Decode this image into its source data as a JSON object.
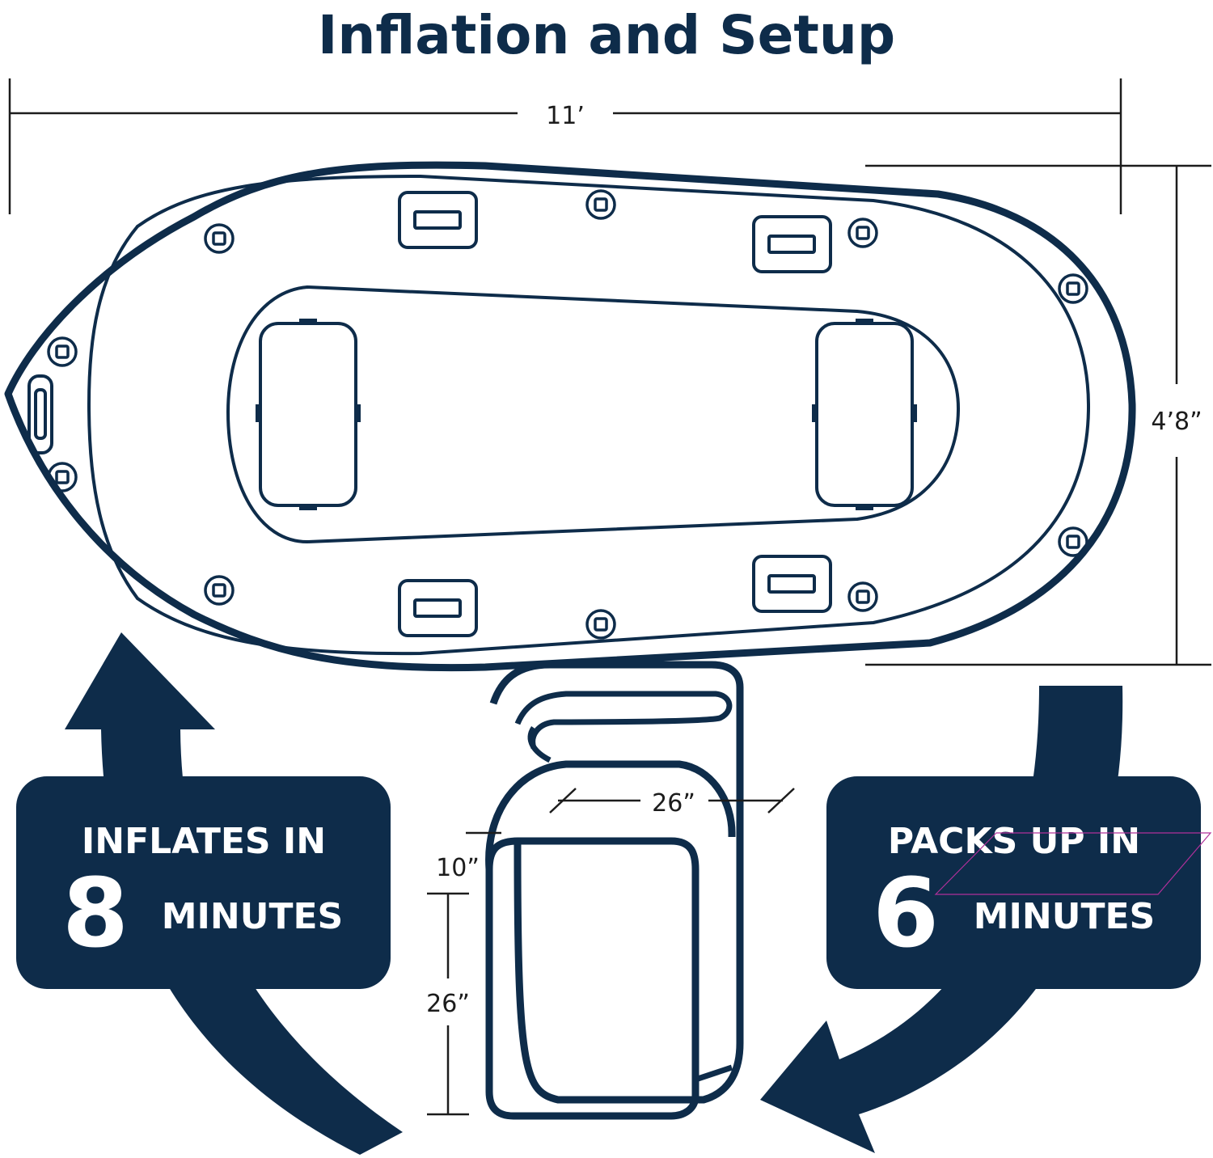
{
  "title": "Inflation and Setup",
  "dimensions": {
    "boat_length": "11’",
    "boat_width": "4’8”",
    "pack_width": "26”",
    "pack_depth": "10”",
    "pack_height": "26”"
  },
  "inflate": {
    "heading": "INFLATES IN",
    "number": "8",
    "unit": "MINUTES"
  },
  "pack": {
    "heading": "PACKS UP IN",
    "number": "6",
    "unit": "MINUTES"
  },
  "colors": {
    "navy": "#0e2c4a",
    "white": "#ffffff",
    "line": "#1c1c1c"
  }
}
